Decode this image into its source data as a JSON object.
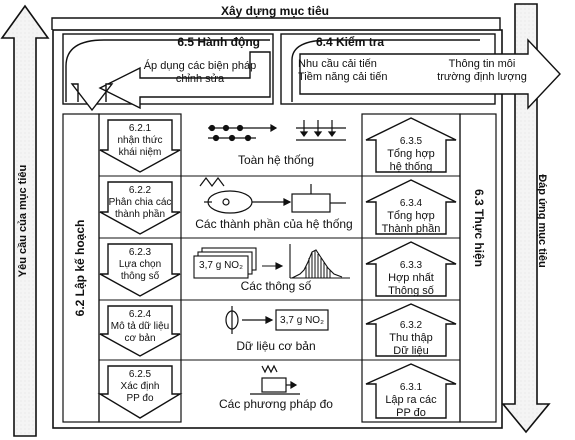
{
  "title": "Xây dựng mục tiêu",
  "left_side": "Yêu cầu của mục tiêu",
  "right_side": "Đáp ứng mục tiêu",
  "act": {
    "label": "6.5 Hành động",
    "text": "Áp dụng các biện pháp\nchỉnh sửa"
  },
  "check": {
    "label": "6.4 Kiểm tra",
    "text1": "Nhu cầu cải tiến\nTiềm năng cải tiến",
    "text2": "Thông tin môi\ntrường định lượng"
  },
  "plan": {
    "label": "6.2 Lập kế hoạch"
  },
  "do": {
    "label": "6.3 Thực hiện"
  },
  "plan_steps": [
    {
      "id": "6.2.1",
      "text": "nhận thức\nkhái niệm"
    },
    {
      "id": "6.2.2",
      "text": "Phân chia các\nthành phần"
    },
    {
      "id": "6.2.3",
      "text": "Lựa chọn\nthông số"
    },
    {
      "id": "6.2.4",
      "text": "Mô tả dữ liệu\ncơ bản"
    },
    {
      "id": "6.2.5",
      "text": "Xác định\nPP đo"
    }
  ],
  "middle": [
    {
      "caption": "Toàn hệ thống"
    },
    {
      "caption": "Các thành phần của hệ thống"
    },
    {
      "caption": "Các thông số",
      "tag": "3,7 g NO₂"
    },
    {
      "caption": "Dữ liệu cơ bản",
      "tag": "3,7 g NO₂"
    },
    {
      "caption": "Các phương pháp đo"
    }
  ],
  "do_steps": [
    {
      "id": "6.3.5",
      "text": "Tổng hợp\nhệ thống"
    },
    {
      "id": "6.3.4",
      "text": "Tổng hợp\nThành phần"
    },
    {
      "id": "6.3.3",
      "text": "Hợp nhất\nThông số"
    },
    {
      "id": "6.3.2",
      "text": "Thu thập\nDữ liệu"
    },
    {
      "id": "6.3.1",
      "text": "Lập ra các\nPP đo"
    }
  ]
}
